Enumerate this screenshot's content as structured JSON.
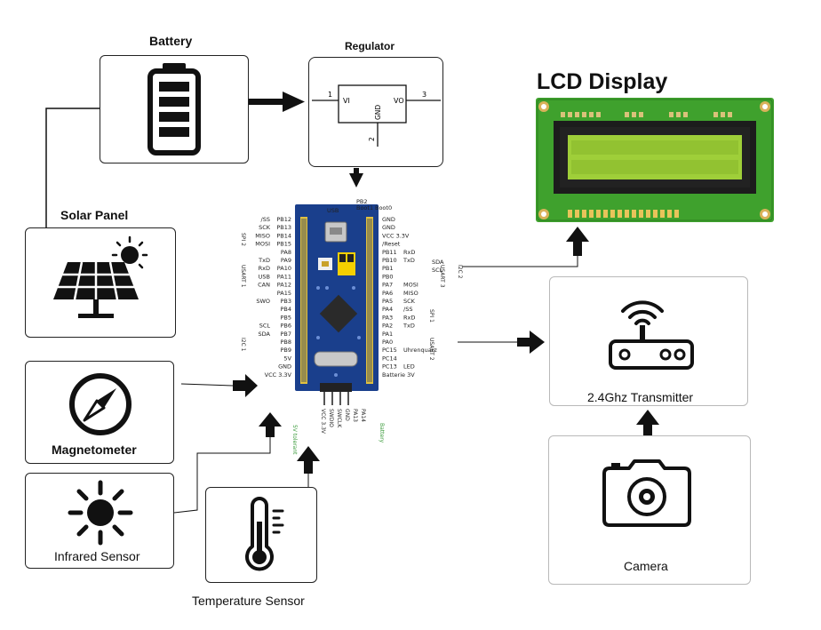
{
  "labels": {
    "battery": "Battery",
    "regulator": "Regulator",
    "lcd": "LCD Display",
    "solar": "Solar Panel",
    "magnetometer": "Magnetometer",
    "infrared": "Infrared Sensor",
    "temperature": "Temperature Sensor",
    "transmitter": "2.4Ghz Transmitter",
    "camera": "Camera"
  },
  "regulator": {
    "vi": "VI",
    "vo": "VO",
    "gnd": "GND",
    "pin1": "1",
    "pin2": "2",
    "pin3": "3"
  },
  "board": {
    "usb": "USB",
    "pb2": "PB2",
    "boot1": "Boot1",
    "boot0": "Boot0",
    "left_pins": [
      "PB12",
      "PB13",
      "PB14",
      "PB15",
      "PA8",
      "PA9",
      "PA10",
      "PA11",
      "PA12",
      "PA15",
      "PB3",
      "PB4",
      "PB5",
      "PB6",
      "PB7",
      "PB8",
      "PB9",
      "5V",
      "GND",
      "VCC 3.3V"
    ],
    "left_funcs": [
      "/SS",
      "SCK",
      "MISO",
      "MOSI",
      "",
      "TxD",
      "RxD",
      "USB",
      "CAN",
      "",
      "SWO",
      "",
      "",
      "SCL",
      "SDA",
      "",
      "",
      "",
      "",
      ""
    ],
    "right_pins": [
      "GND",
      "GND",
      "VCC 3.3V",
      "/Reset",
      "PB11",
      "PB10",
      "PB1",
      "PB0",
      "PA7",
      "PA6",
      "PA5",
      "PA4",
      "PA3",
      "PA2",
      "PA1",
      "PA0",
      "PC15",
      "PC14",
      "PC13",
      "Batterie 3V"
    ],
    "right_funcs": [
      "",
      "",
      "",
      "",
      "RxD",
      "TxD",
      "",
      "",
      "MOSI",
      "MISO",
      "SCK",
      "/SS",
      "RxD",
      "TxD",
      "",
      "",
      "Uhrenquarz",
      "",
      "LED",
      ""
    ],
    "right_bus": [
      "SDA",
      "SCL"
    ],
    "left_group_labels": [
      "SPI 2",
      "USART 1",
      "I2C 1"
    ],
    "right_group_labels": [
      "I2C 2",
      "USART 3",
      "SPI 1",
      "USART 2"
    ],
    "bottom_pins": [
      "VCC 3.3V",
      "SWDIO",
      "SWCLK",
      "GND"
    ],
    "bottom_extra": [
      "PA13",
      "PA14"
    ],
    "side_left": "5V tolerant",
    "side_right": "Battery"
  },
  "icons": {
    "battery": "battery-icon",
    "regulator": "regulator-schematic-icon",
    "lcd": "lcd-module-image",
    "solar": "solar-panel-icon",
    "board": "stm32-blue-pill-board-image",
    "magnetometer": "compass-icon",
    "infrared": "sun-icon",
    "temperature": "thermometer-icon",
    "transmitter": "wifi-router-icon",
    "camera": "camera-icon"
  },
  "colors": {
    "board_blue": "#1a3f8c",
    "lcd_green": "#3fa12d",
    "lcd_screen": "#9fcf39",
    "arrow": "#111111"
  }
}
